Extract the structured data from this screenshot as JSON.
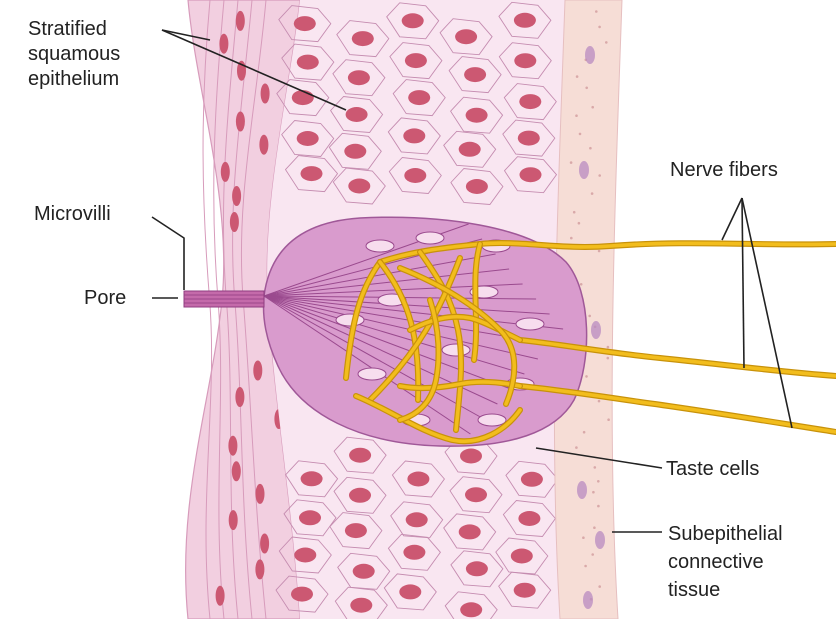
{
  "labels": {
    "stratified": [
      "Stratified",
      "squamous",
      "epithelium"
    ],
    "microvilli": "Microvilli",
    "pore": "Pore",
    "nerve_fibers": "Nerve fibers",
    "taste_cells": "Taste cells",
    "subepithelial": [
      "Subepithelial",
      "connective",
      "tissue"
    ]
  },
  "colors": {
    "outer_layer": "#f2cfe0",
    "outer_stripe": "#d79bbb",
    "epithelium_bg": "#f9e6f1",
    "cell_outline": "#c58cb0",
    "nucleus": "#cc5872",
    "connective": "#f6ddd6",
    "connective_nucleus": "#b88ac0",
    "taste_bud": "#d99bcd",
    "taste_bud_edge": "#a05898",
    "taste_lines": "#9a4a8e",
    "pore": "#c46aaa",
    "nerve": "#f2bd1d",
    "nerve_edge": "#c8920a",
    "leader": "#222222"
  }
}
